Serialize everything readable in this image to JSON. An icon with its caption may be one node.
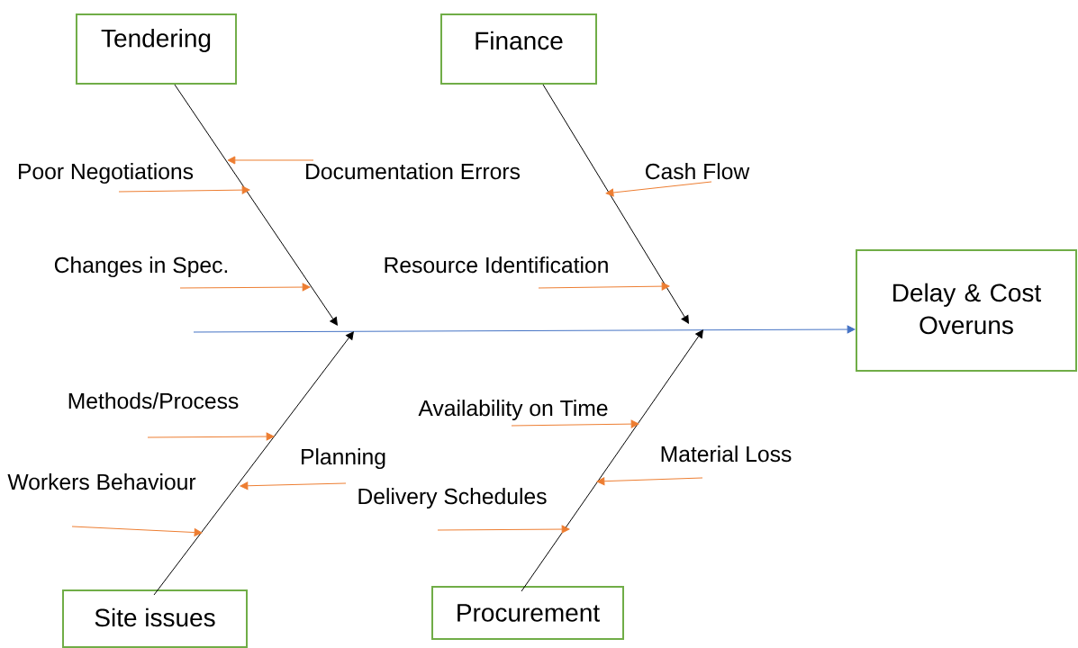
{
  "diagram": {
    "nodes": [
      {
        "text": [
          "Tendering"
        ]
      },
      {
        "text": [
          "Finance"
        ]
      },
      {
        "text": [
          "Delay & Cost Overuns"
        ]
      },
      {
        "text": [
          "Site issues"
        ]
      },
      {
        "text": [
          "Procurement"
        ]
      },
      {
        "text": [
          "Poor Negotiations"
        ]
      },
      {
        "text": [
          "Documentation Errors"
        ]
      },
      {
        "text": [
          "Changes in Spec."
        ]
      },
      {
        "text": [
          "Cash Flow"
        ]
      },
      {
        "text": [
          "Resource Identification"
        ]
      },
      {
        "text": [
          "Methods/Process"
        ]
      },
      {
        "text": [
          "Planning"
        ]
      },
      {
        "text": [
          "Workers Behaviour"
        ]
      },
      {
        "text": [
          "Availability on Time"
        ]
      },
      {
        "text": [
          "Material Loss"
        ]
      },
      {
        "text": [
          "Delivery Schedules"
        ]
      }
    ],
    "edges": [
      {
        "from": null,
        "to": 2,
        "arrow": "to",
        "color": "#4472c4"
      },
      {
        "from": 0,
        "to": null,
        "arrow": "to",
        "color": "#000000"
      },
      {
        "from": 1,
        "to": null,
        "arrow": "to",
        "color": "#000000"
      },
      {
        "from": 3,
        "to": null,
        "arrow": "to",
        "color": "#000000"
      },
      {
        "from": 4,
        "to": null,
        "arrow": "to",
        "color": "#000000"
      },
      {
        "from": 5,
        "to": null,
        "arrow": "to"
      },
      {
        "from": 6,
        "to": null,
        "arrow": "to"
      },
      {
        "from": 7,
        "to": null,
        "arrow": "to"
      },
      {
        "from": 8,
        "to": null,
        "arrow": "to"
      },
      {
        "from": 9,
        "to": null,
        "arrow": "to"
      },
      {
        "from": 10,
        "to": null,
        "arrow": "to"
      },
      {
        "from": 11,
        "to": null,
        "arrow": "to"
      },
      {
        "from": 12,
        "to": null,
        "arrow": "to"
      },
      {
        "from": 13,
        "to": null,
        "arrow": "to"
      },
      {
        "from": 14,
        "to": null,
        "arrow": "to"
      },
      {
        "from": 15,
        "to": null,
        "arrow": "to"
      }
    ]
  }
}
